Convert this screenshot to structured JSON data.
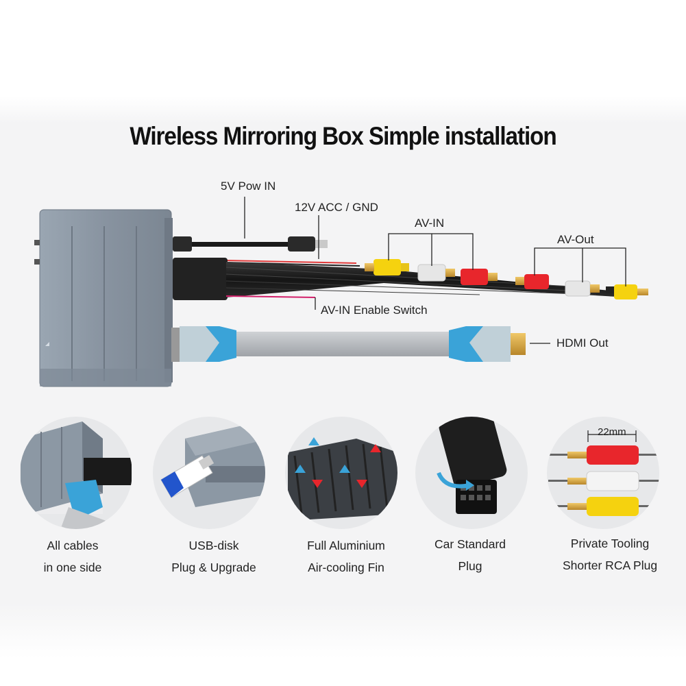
{
  "title": "Wireless Mirroring Box Simple installation",
  "labels": {
    "pow_in": "5V Pow IN",
    "acc_gnd": "12V ACC / GND",
    "av_in": "AV-IN",
    "av_out": "AV-Out",
    "av_in_switch": "AV-IN Enable Switch",
    "hdmi_out": "HDMI Out",
    "dimension": "22mm"
  },
  "features": [
    {
      "line1": "All  cables",
      "line2": "in one side"
    },
    {
      "line1": "USB-disk",
      "line2": "Plug & Upgrade"
    },
    {
      "line1": "Full Aluminium",
      "line2": "Air-cooling Fin"
    },
    {
      "line1": "Car Standard",
      "line2": "Plug"
    },
    {
      "line1": "Private Tooling",
      "line2": "Shorter RCA Plug"
    }
  ],
  "colors": {
    "box": "#8a96a3",
    "cable": "#1c1c1c",
    "hdmi_blue": "#3aa3d8",
    "hdmi_gray": "#b9bcc0",
    "rca_yellow": "#f5d20f",
    "rca_white": "#e6e6e6",
    "rca_red": "#e8262c",
    "gold": "#d7a43a"
  }
}
